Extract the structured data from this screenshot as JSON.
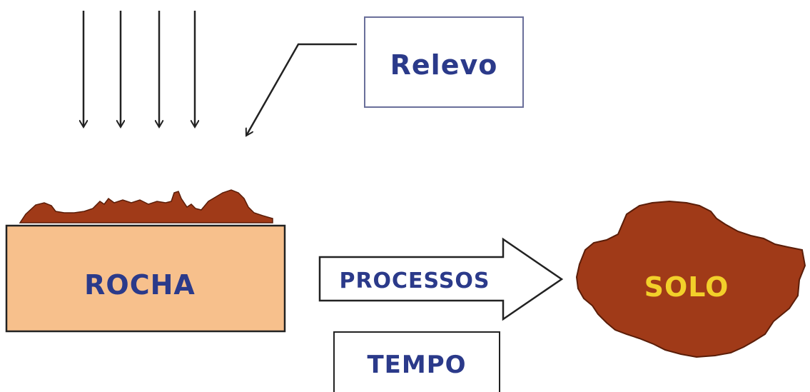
{
  "diagram": {
    "relevo_label": "Relevo",
    "rocha_label": "ROCHA",
    "processos_label": "PROCESSOS",
    "solo_label": "SOLO",
    "tempo_label": "TEMPO"
  },
  "colors": {
    "text_navy": "#2b3a8a",
    "rock_fill": "#f7c08c",
    "soil_fill": "#a03a18",
    "soil_label": "#f2d02a",
    "outline": "#222222"
  }
}
